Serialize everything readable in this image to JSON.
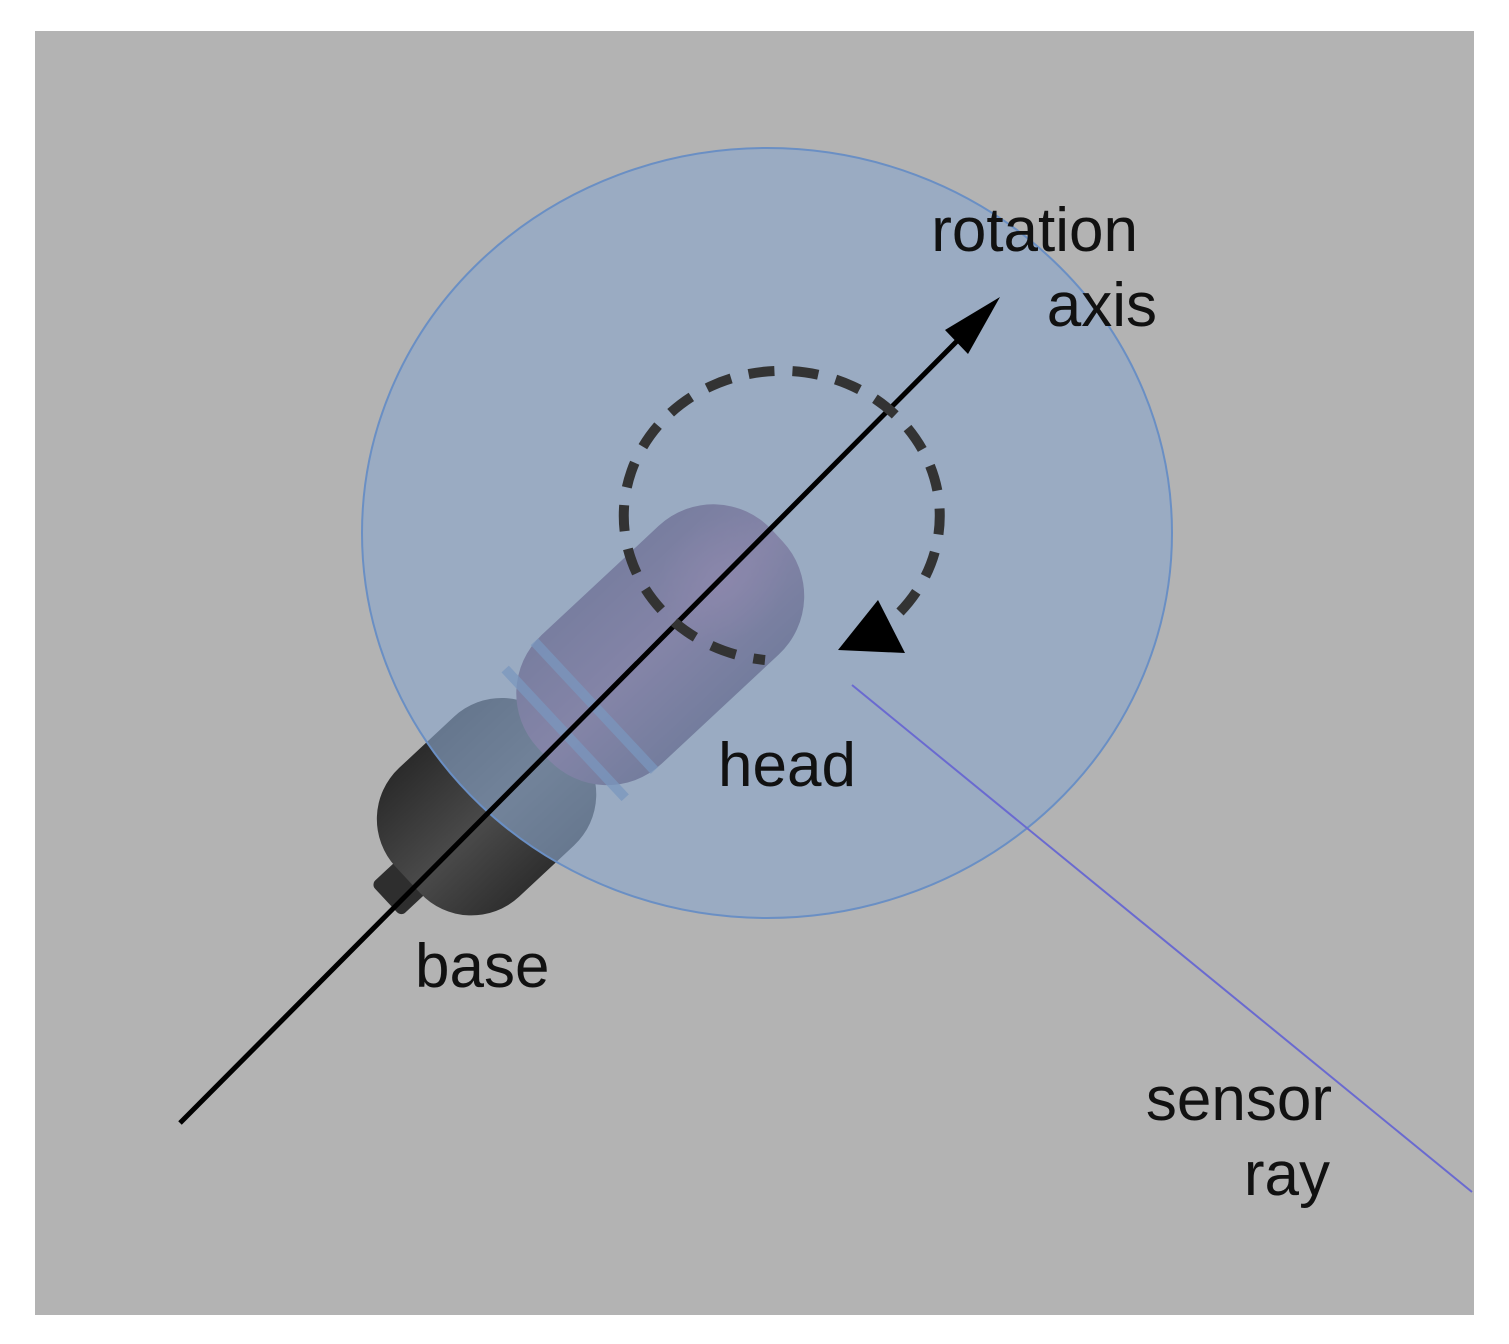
{
  "labels": {
    "rotation_axis_line1": "rotation",
    "rotation_axis_line2": "axis",
    "head": "head",
    "base": "base",
    "sensor_ray_line1": "sensor",
    "sensor_ray_line2": "ray"
  },
  "colors": {
    "background": "#b3b3b3",
    "frame": "#ffffff",
    "scan_plane_fill": "#8aa6cc",
    "scan_plane_stroke": "#6a8fc4",
    "head_body": "#6a4a64",
    "base_body": "#3a3a3a",
    "axis_line": "#000000",
    "rotation_indicator": "#333333",
    "sensor_ray": "#6a6ad0"
  }
}
